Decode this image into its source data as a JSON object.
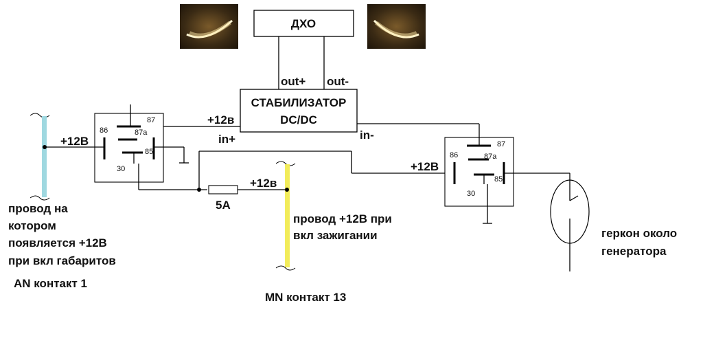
{
  "drl_box": {
    "label": "ДХО"
  },
  "stabilizer": {
    "line1": "СТАБИЛИЗАТОР",
    "line2": "DC/DC",
    "out_plus": "out+",
    "out_minus": "out-",
    "in_plus": "in+",
    "in_minus": "in-"
  },
  "relay_left": {
    "pin86": "86",
    "pin87": "87",
    "pin87a": "87a",
    "pin85": "85",
    "pin30": "30"
  },
  "relay_right": {
    "pin86": "86",
    "pin87": "87",
    "pin87a": "87a",
    "pin85": "85",
    "pin30": "30"
  },
  "labels": {
    "plus12_in_left": "+12В",
    "plus12_stab": "+12в",
    "plus12_fuse": "+12в",
    "plus12_in_right": "+12В",
    "fuse": "5A",
    "wire_blue_line1": "провод на",
    "wire_blue_line2": "котором",
    "wire_blue_line3": "появляется +12В",
    "wire_blue_line4": "при вкл габаритов",
    "wire_blue_contact": "AN контакт 1",
    "wire_yellow_line1": "провод +12В при",
    "wire_yellow_line2": "вкл зажигании",
    "wire_yellow_contact": "MN контакт 13",
    "reed_line1": "геркон около",
    "reed_line2": "генератора"
  },
  "colors": {
    "wire_blue": "#9fd8e0",
    "wire_yellow": "#f2ec5a",
    "line": "#000000"
  }
}
